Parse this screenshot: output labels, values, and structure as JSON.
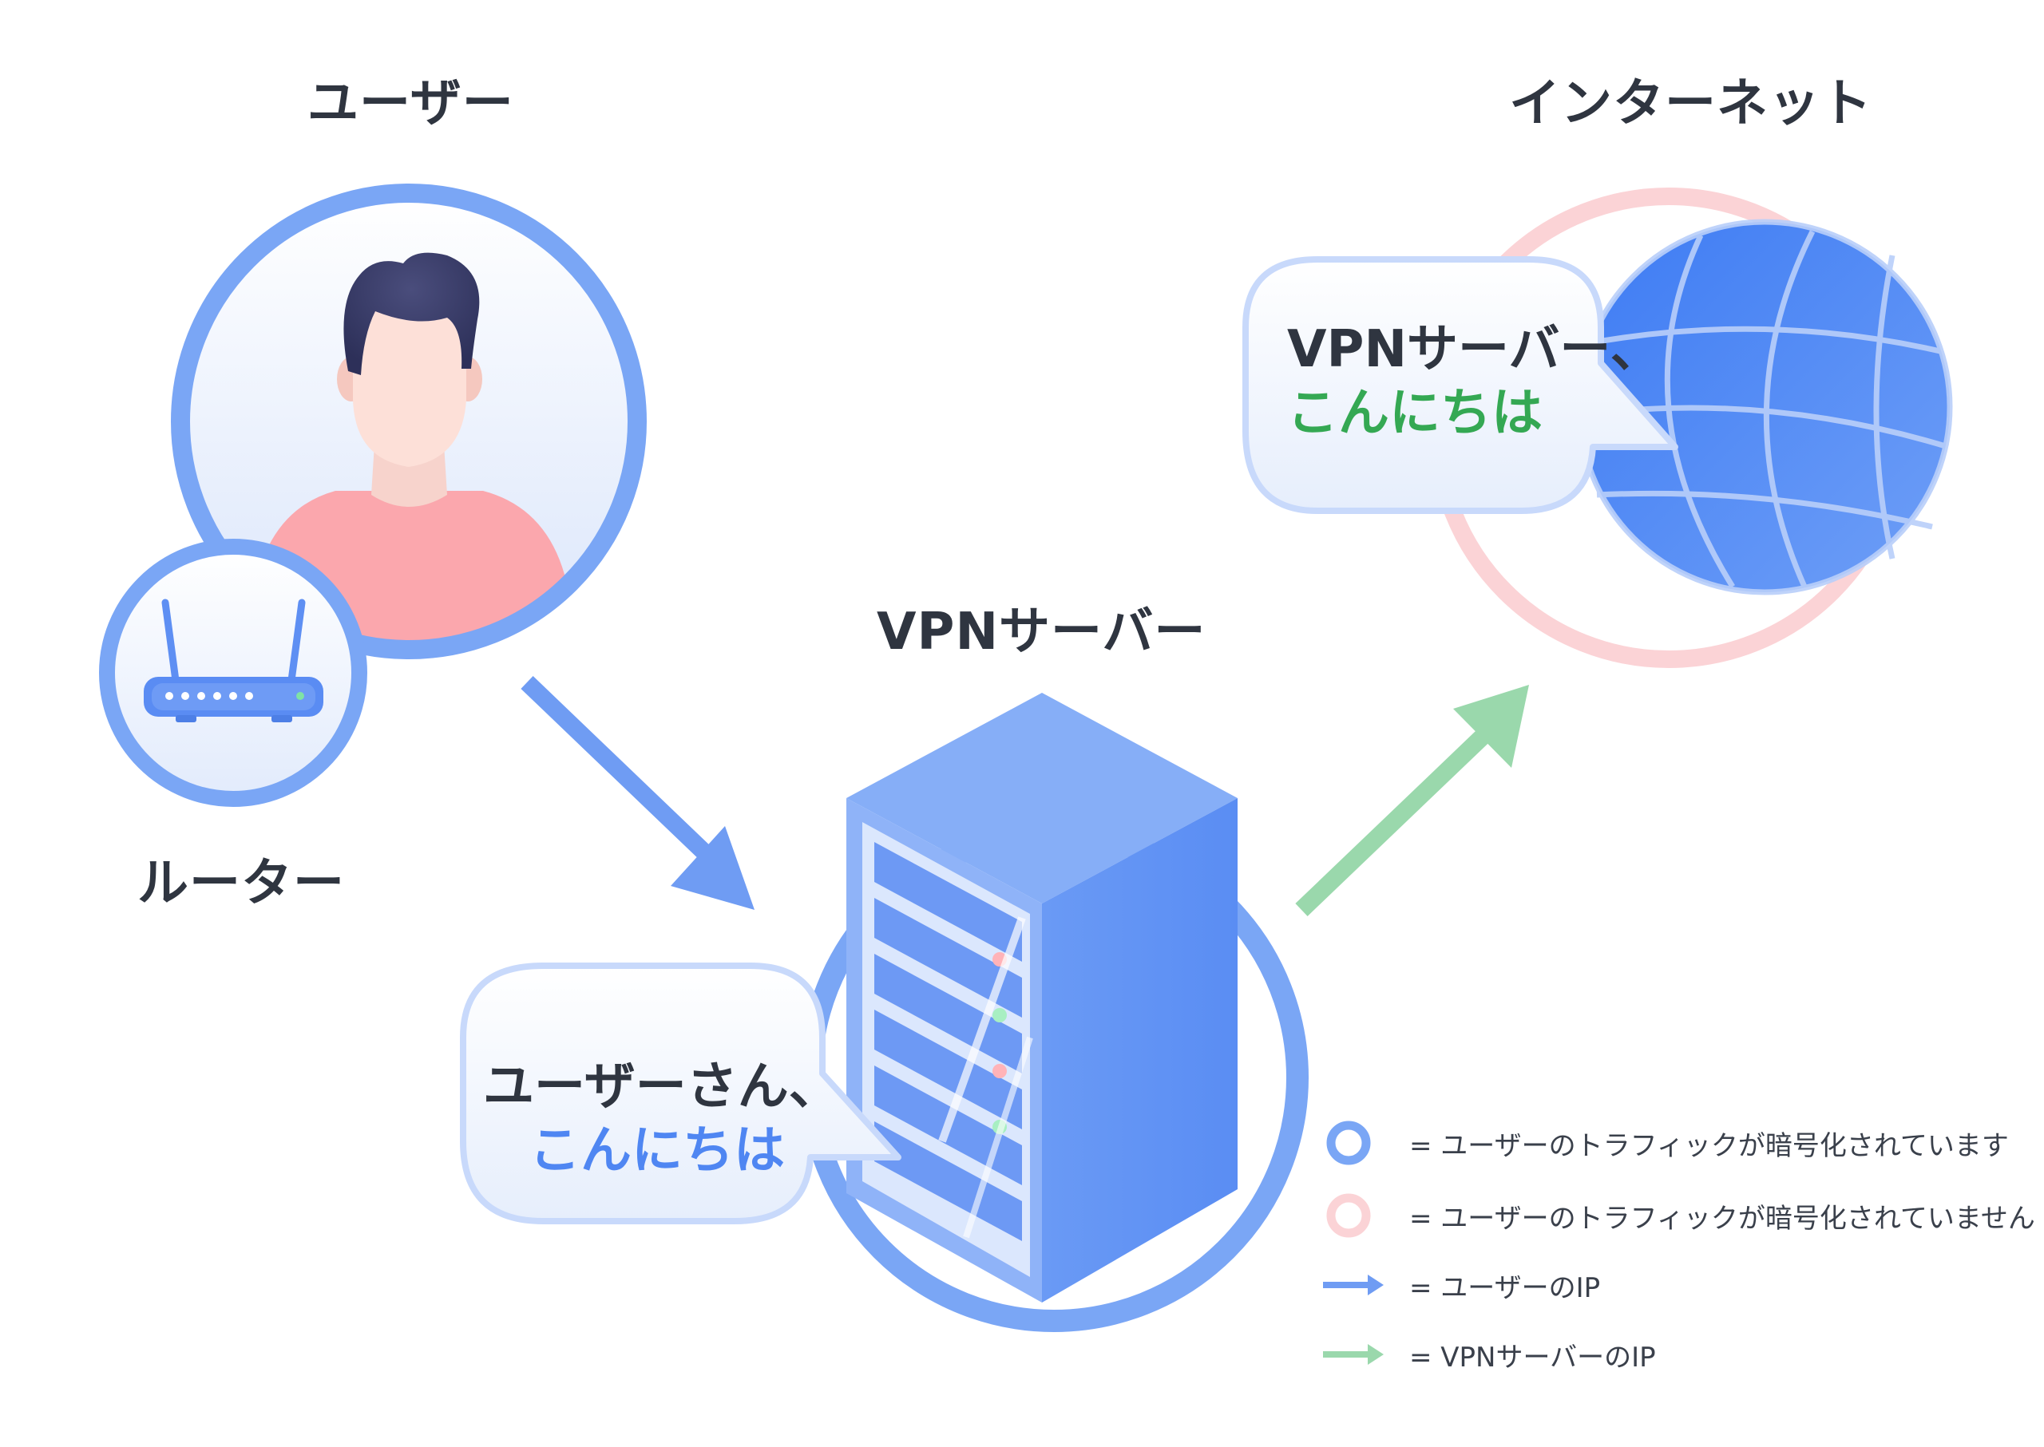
{
  "labels": {
    "user": "ユーザー",
    "router": "ルーター",
    "vpn_server": "VPNサーバー",
    "internet": "インターネット"
  },
  "bubbles": {
    "internet_greeting": {
      "line1": "VPNサーバー、",
      "line2": "こんにちは"
    },
    "server_greeting": {
      "line1": "ユーザーさん、",
      "line2": "こんにちは"
    }
  },
  "legend": [
    {
      "icon": "blue-ring-icon",
      "text": "= ユーザーのトラフィックが暗号化されています",
      "color": "#7aa6f5"
    },
    {
      "icon": "pink-ring-icon",
      "text": "= ユーザーのトラフィックが暗号化されていません",
      "color": "#fbd3d6"
    },
    {
      "icon": "blue-arrow-icon",
      "text": "= ユーザーのIP",
      "color": "#6f9cf3"
    },
    {
      "icon": "green-arrow-icon",
      "text": "= VPNサーバーのIP",
      "color": "#9ad8ac"
    }
  ],
  "colors": {
    "blue": "#7aa6f5",
    "blue_dark": "#4f86f2",
    "green": "#34a853",
    "green_arrow": "#9ad8ac",
    "pink": "#fbd3d6",
    "text": "#2f3540"
  }
}
